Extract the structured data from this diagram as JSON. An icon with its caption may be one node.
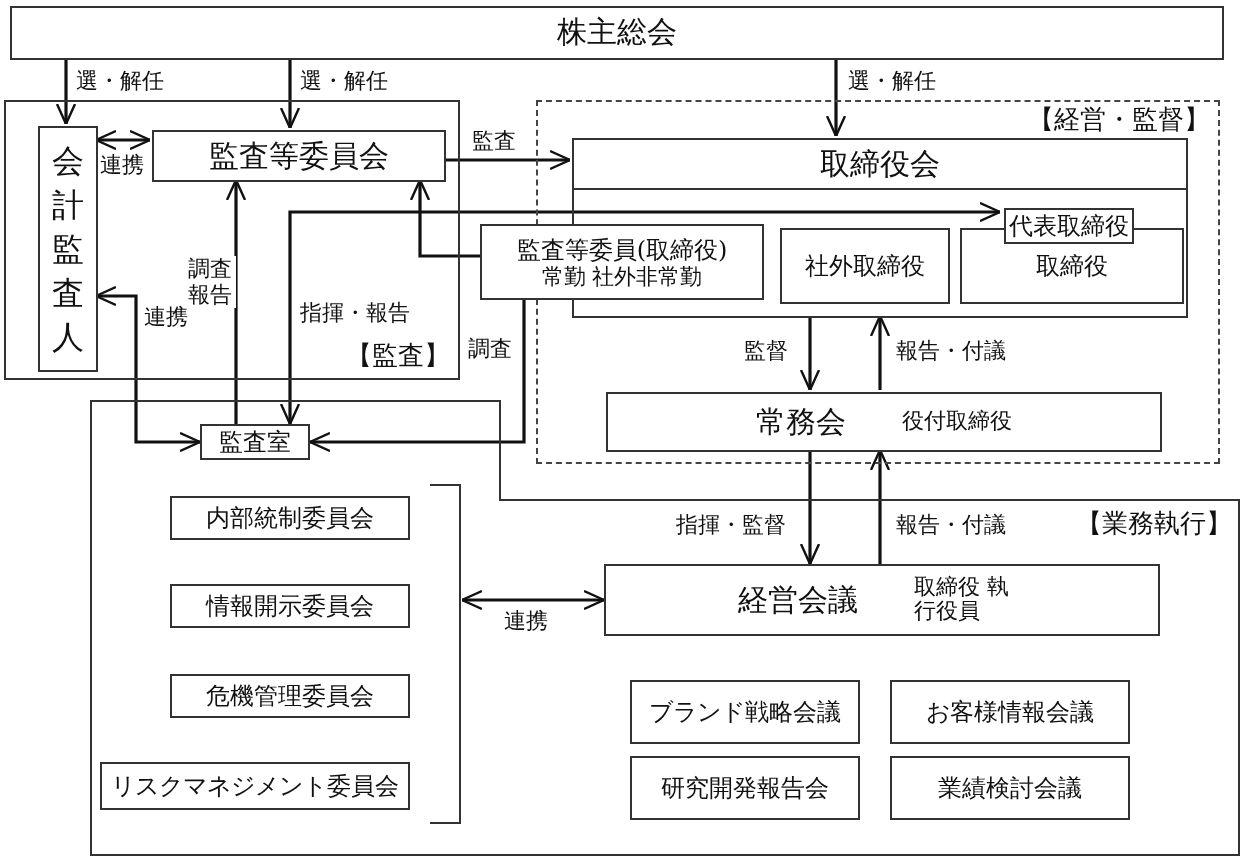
{
  "diagram": {
    "nodes": [
      {
        "text": [
          "株主総会"
        ]
      },
      {
        "text": [
          "【監査】"
        ]
      },
      {
        "text": [
          "会計監査人"
        ],
        "in": 1
      },
      {
        "text": [
          "監査等委員会"
        ],
        "in": 1
      },
      {
        "text": [
          "【経営・監督】"
        ]
      },
      {
        "text": [
          "取締役会"
        ],
        "in": 4
      },
      {
        "text": [
          "監査等委員(取締役)",
          "常勤 社外非常勤"
        ]
      },
      {
        "text": [
          "社外取締役"
        ],
        "in": 5
      },
      {
        "text": [
          "取締役"
        ],
        "in": 5
      },
      {
        "text": [
          "代表取締役"
        ],
        "in": 5
      },
      {
        "text": [
          "常務会",
          "役付取締役"
        ],
        "in": 4
      },
      {
        "text": [
          "【業務執行】"
        ]
      },
      {
        "text": [
          "監査室"
        ],
        "in": 11
      },
      {
        "text": [
          "内部統制委員会"
        ],
        "in": 11
      },
      {
        "text": [
          "情報開示委員会"
        ],
        "in": 11
      },
      {
        "text": [
          "危機管理委員会"
        ],
        "in": 11
      },
      {
        "text": [
          "リスクマネジメント委員会"
        ],
        "in": 11
      },
      {
        "text": [],
        "shape": "bar",
        "in": 11
      },
      {
        "text": [
          "経営会議",
          "取締役 執行役員"
        ],
        "in": 11
      },
      {
        "text": [
          "ブランド戦略会議"
        ],
        "in": 11
      },
      {
        "text": [
          "お客様情報会議"
        ],
        "in": 11
      },
      {
        "text": [
          "研究開発報告会"
        ],
        "in": 11
      },
      {
        "text": [
          "業績検討会議"
        ],
        "in": 11
      }
    ],
    "edges": [
      {
        "from": 0,
        "to": 2,
        "arrow": "to",
        "label": "選・解任"
      },
      {
        "from": 0,
        "to": 3,
        "arrow": "to",
        "label": "選・解任"
      },
      {
        "from": 0,
        "to": 5,
        "arrow": "to",
        "label": "選・解任"
      },
      {
        "from": 2,
        "to": 3,
        "arrow": "both",
        "label": "連携"
      },
      {
        "from": 3,
        "to": 5,
        "arrow": "to",
        "label": "監査"
      },
      {
        "from": 12,
        "to": 3,
        "arrow": "to",
        "label": "調査報告"
      },
      {
        "from": 12,
        "to": 9,
        "arrow": "both",
        "label": "指揮・報告"
      },
      {
        "from": 6,
        "to": 3,
        "arrow": "to"
      },
      {
        "from": 2,
        "to": 12,
        "arrow": "both",
        "label": "連携"
      },
      {
        "from": 6,
        "to": 12,
        "arrow": "to",
        "label": "調査"
      },
      {
        "from": 5,
        "to": 10,
        "arrow": "to",
        "label": "監督"
      },
      {
        "from": 10,
        "to": 5,
        "arrow": "to",
        "label": "報告・付議"
      },
      {
        "from": 10,
        "to": 18,
        "arrow": "to",
        "label": "指揮・監督"
      },
      {
        "from": 18,
        "to": 10,
        "arrow": "to",
        "label": "報告・付議"
      },
      {
        "from": 17,
        "to": 18,
        "arrow": "both",
        "label": "連携"
      }
    ]
  }
}
